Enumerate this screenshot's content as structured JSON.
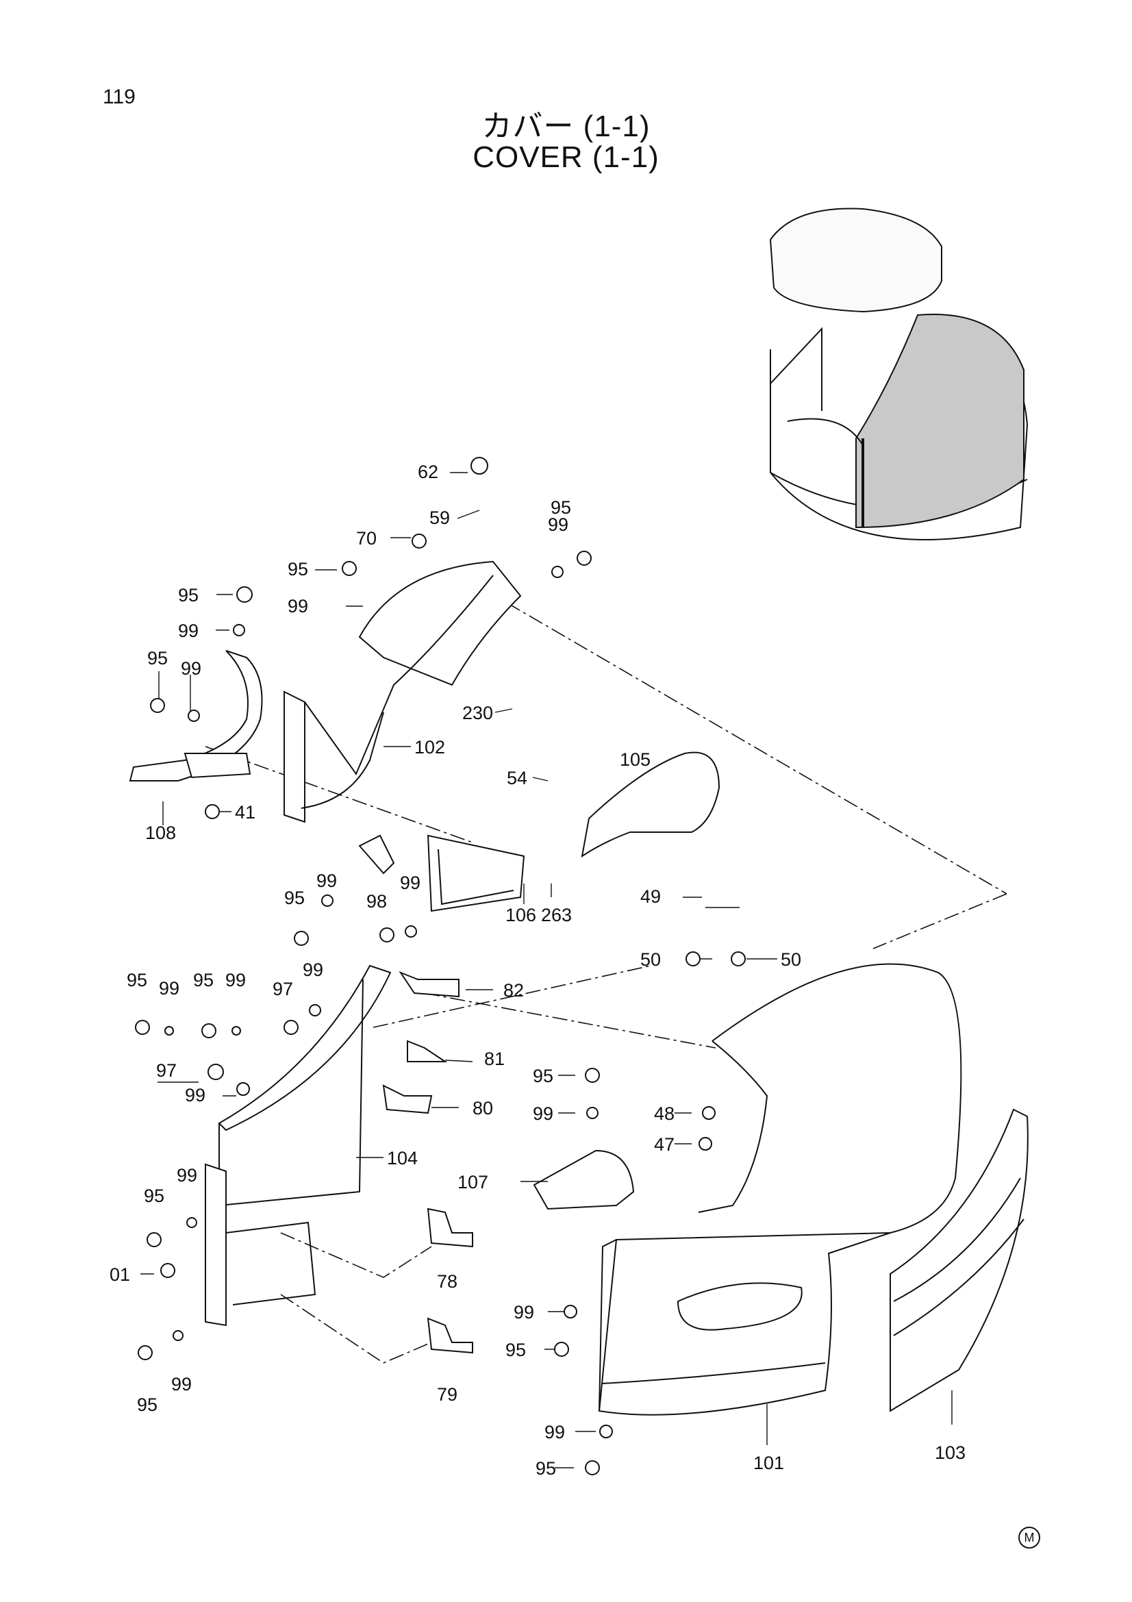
{
  "page_number": "119",
  "title_jp": "カバー (1-1)",
  "title_en": "COVER (1-1)",
  "marker": "M",
  "callouts": [
    "62",
    "59",
    "70",
    "95",
    "99",
    "95",
    "95",
    "99",
    "99",
    "95",
    "99",
    "230",
    "102",
    "105",
    "54",
    "41",
    "108",
    "106",
    "263",
    "95",
    "99",
    "98",
    "99",
    "49",
    "50",
    "50",
    "95",
    "99",
    "95",
    "99",
    "97",
    "99",
    "82",
    "81",
    "97",
    "99",
    "80",
    "95",
    "99",
    "48",
    "47",
    "104",
    "107",
    "95",
    "99",
    "01",
    "78",
    "99",
    "95",
    "99",
    "95",
    "79",
    "99",
    "95",
    "101",
    "103"
  ]
}
